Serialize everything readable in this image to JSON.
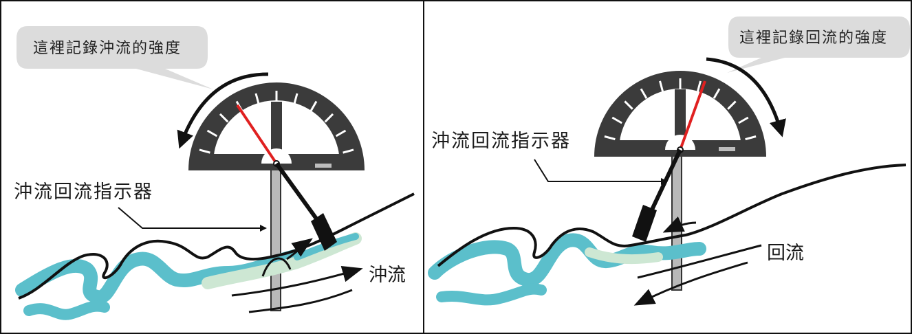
{
  "left": {
    "callout": "這裡記錄沖流的強度",
    "device_label": "沖流回流指示器",
    "flow_label": "沖流"
  },
  "right": {
    "callout": "這裡記錄回流的強度",
    "device_label": "沖流回流指示器",
    "flow_label": "回流"
  },
  "colors": {
    "gauge": "#3b3b3b",
    "needle": "#e02020",
    "pole": "#b9b9b9",
    "wave_blue": "#5bbfcb",
    "wave_green": "#cde7d3",
    "bubble": "#dcdcdc",
    "ink": "#111111"
  },
  "icons": [
    "curved-arrow-icon",
    "straight-arrow-icon"
  ]
}
